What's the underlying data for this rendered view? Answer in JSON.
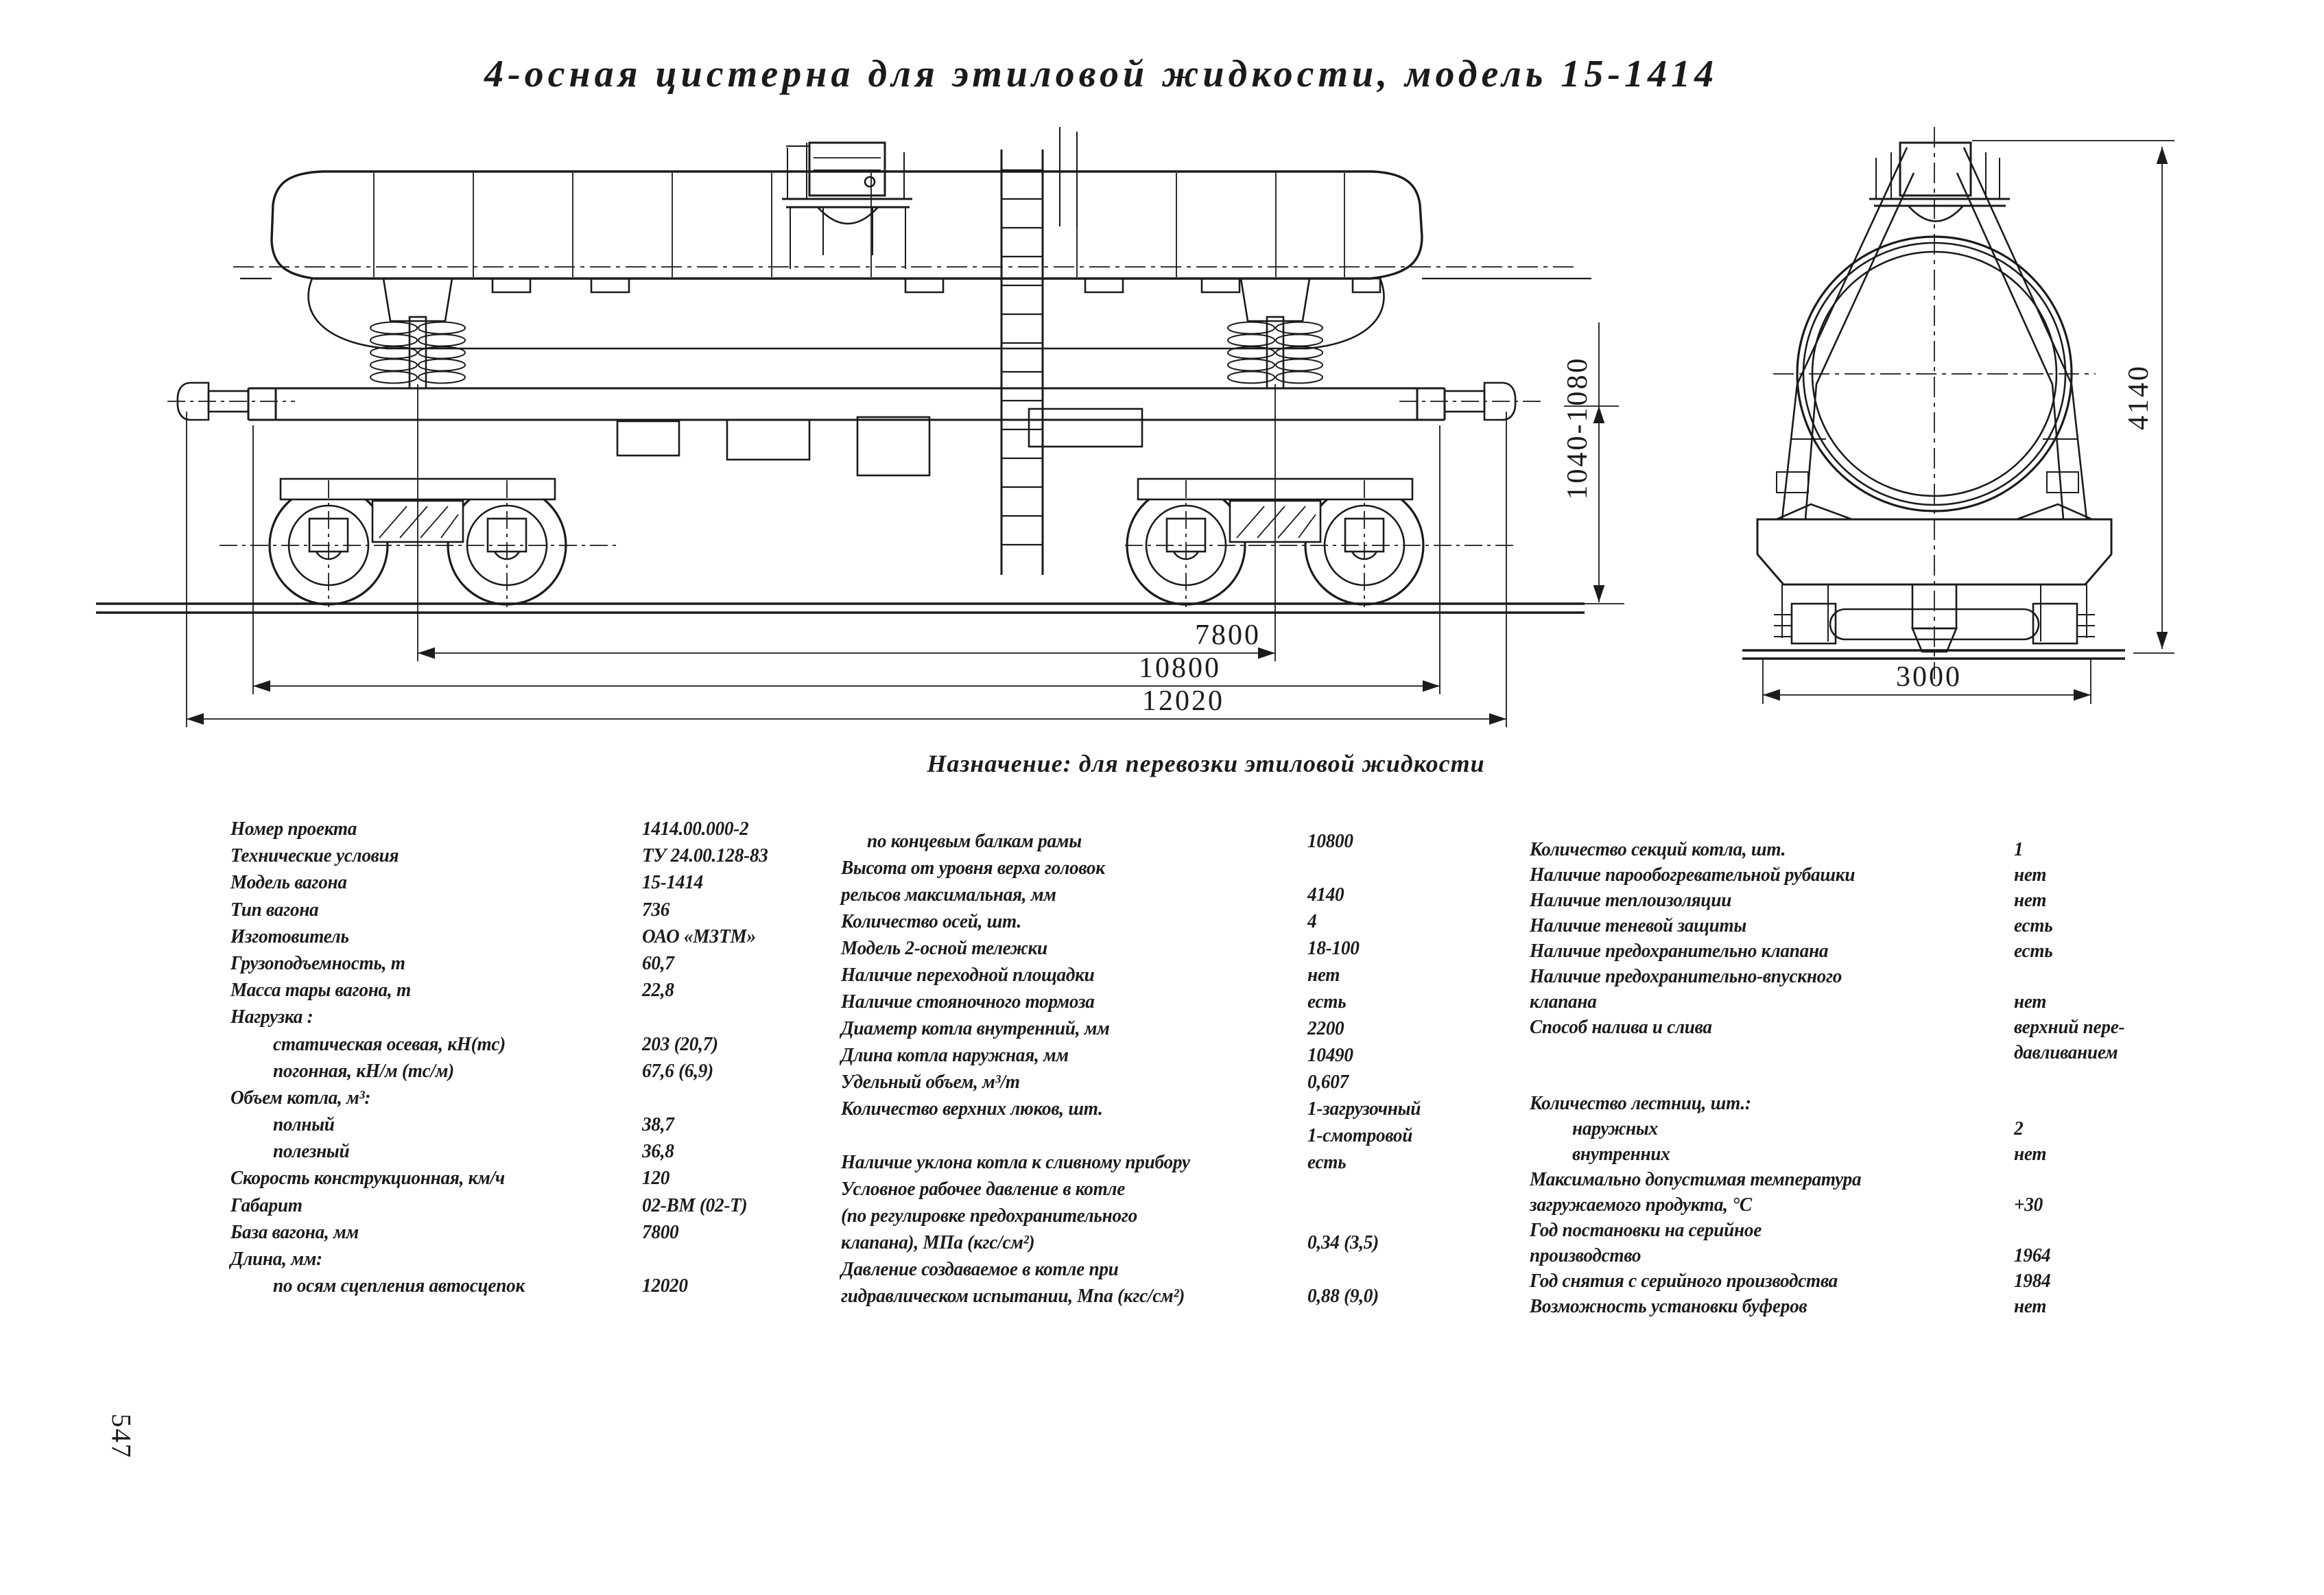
{
  "title": "4-осная цистерна для этиловой жидкости, модель 15-1414",
  "purpose": "Назначение: для перевозки этиловой жидкости",
  "page_number": "547",
  "colors": {
    "ink": "#1b1b1b",
    "paper": "#ffffff"
  },
  "dimensions": {
    "bogie_base": "7800",
    "length_over_end_beams": "10800",
    "length_over_couplers": "12020",
    "coupler_axis_height": "1040-1080",
    "max_height": "4140",
    "end_width": "3000"
  },
  "specs": {
    "col1": [
      {
        "label": "Номер проекта",
        "value": "1414.00.000-2",
        "ind": 0
      },
      {
        "label": "Технические условия",
        "value": "ТУ 24.00.128-83",
        "ind": 0
      },
      {
        "label": "Модель вагона",
        "value": "15-1414",
        "ind": 0
      },
      {
        "label": "Тип вагона",
        "value": "736",
        "ind": 0
      },
      {
        "label": "Изготовитель",
        "value": "ОАО «МЗТМ»",
        "ind": 0
      },
      {
        "label": "Грузоподъемность, т",
        "value": "60,7",
        "ind": 0
      },
      {
        "label": "Масса тары вагона, т",
        "value": "22,8",
        "ind": 0
      },
      {
        "label": "Нагрузка :",
        "value": "",
        "ind": 0
      },
      {
        "label": "статическая осевая, кН(тс)",
        "value": "203 (20,7)",
        "ind": 1
      },
      {
        "label": "погонная, кН/м (тс/м)",
        "value": "67,6 (6,9)",
        "ind": 1
      },
      {
        "label": "Объем котла, м³:",
        "value": "",
        "ind": 0
      },
      {
        "label": "полный",
        "value": "38,7",
        "ind": 1
      },
      {
        "label": "полезный",
        "value": "36,8",
        "ind": 1
      },
      {
        "label": "Скорость конструкционная, км/ч",
        "value": "120",
        "ind": 0
      },
      {
        "label": "Габарит",
        "value": "02-ВМ (02-Т)",
        "ind": 0
      },
      {
        "label": "База вагона, мм",
        "value": "7800",
        "ind": 0
      },
      {
        "label": "Длина, мм:",
        "value": "",
        "ind": 0
      },
      {
        "label": "по осям сцепления автосцепок",
        "value": "12020",
        "ind": 1
      }
    ],
    "col2": [
      {
        "label": "по концевым балкам рамы",
        "value": "10800",
        "ind": 2
      },
      {
        "label": "Высота от уровня верха головок",
        "value": "",
        "ind": 0
      },
      {
        "label": "рельсов максимальная, мм",
        "value": "4140",
        "ind": 0
      },
      {
        "label": "Количество осей, шт.",
        "value": "4",
        "ind": 0
      },
      {
        "label": "Модель 2-осной тележки",
        "value": "18-100",
        "ind": 0
      },
      {
        "label": "Наличие переходной площадки",
        "value": "нет",
        "ind": 0
      },
      {
        "label": "Наличие стояночного тормоза",
        "value": "есть",
        "ind": 0
      },
      {
        "label": "Диаметр котла внутренний, мм",
        "value": "2200",
        "ind": 0
      },
      {
        "label": "Длина котла наружная, мм",
        "value": "10490",
        "ind": 0
      },
      {
        "label": "Удельный объем, м³/т",
        "value": "0,607",
        "ind": 0
      },
      {
        "label": "Количество верхних люков, шт.",
        "value": "1-загрузочный",
        "ind": 0
      },
      {
        "label": "",
        "value": "1-смотровой",
        "ind": 0
      },
      {
        "label": "Наличие уклона котла к сливному прибору",
        "value": "есть",
        "ind": 0
      },
      {
        "label": "Условное рабочее давление в котле",
        "value": "",
        "ind": 0
      },
      {
        "label": "(по регулировке предохранительного",
        "value": "",
        "ind": 0
      },
      {
        "label": "клапана), МПа (кгс/см²)",
        "value": "0,34 (3,5)",
        "ind": 0
      },
      {
        "label": "Давление создаваемое в котле при",
        "value": "",
        "ind": 0
      },
      {
        "label": "гидравлическом испытании, Мпа (кгс/см²)",
        "value": "0,88 (9,0)",
        "ind": 0
      }
    ],
    "col3": [
      {
        "label": "Количество секций котла, шт.",
        "value": "1",
        "ind": 0
      },
      {
        "label": "Наличие парообогревательной рубашки",
        "value": "нет",
        "ind": 0
      },
      {
        "label": "Наличие теплоизоляции",
        "value": "нет",
        "ind": 0
      },
      {
        "label": "Наличие теневой защиты",
        "value": "есть",
        "ind": 0
      },
      {
        "label": "Наличие предохранительно клапана",
        "value": "есть",
        "ind": 0
      },
      {
        "label": "Наличие предохранительно-впускного",
        "value": "",
        "ind": 0
      },
      {
        "label": "клапана",
        "value": "нет",
        "ind": 0
      },
      {
        "label": "Способ налива и слива",
        "value": "верхний пере-",
        "ind": 0
      },
      {
        "label": "",
        "value": "давливанием",
        "ind": 0
      },
      {
        "label": "",
        "value": "",
        "ind": 0
      },
      {
        "label": "Количество лестниц, шт.:",
        "value": "",
        "ind": 0
      },
      {
        "label": "наружных",
        "value": "2",
        "ind": 1
      },
      {
        "label": "внутренних",
        "value": "нет",
        "ind": 1
      },
      {
        "label": "Максимально допустимая температура",
        "value": "",
        "ind": 0
      },
      {
        "label": "загружаемого продукта, °С",
        "value": "+30",
        "ind": 0
      },
      {
        "label": "Год постановки на серийное",
        "value": "",
        "ind": 0
      },
      {
        "label": "производство",
        "value": "1964",
        "ind": 0
      },
      {
        "label": "Год снятия с серийного производства",
        "value": "1984",
        "ind": 0
      },
      {
        "label": "Возможность установки буферов",
        "value": "нет",
        "ind": 0
      }
    ]
  }
}
